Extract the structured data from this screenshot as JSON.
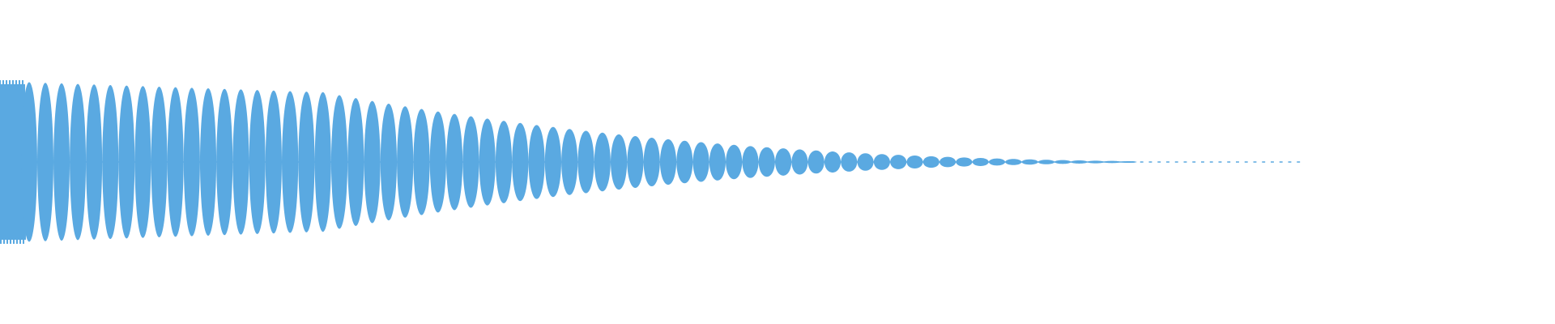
{
  "waveform": {
    "color": "#5aa9e1",
    "background": "#ffffff",
    "sustain_segments": 18,
    "decay_segments": 60,
    "tail_dashes": 20
  }
}
